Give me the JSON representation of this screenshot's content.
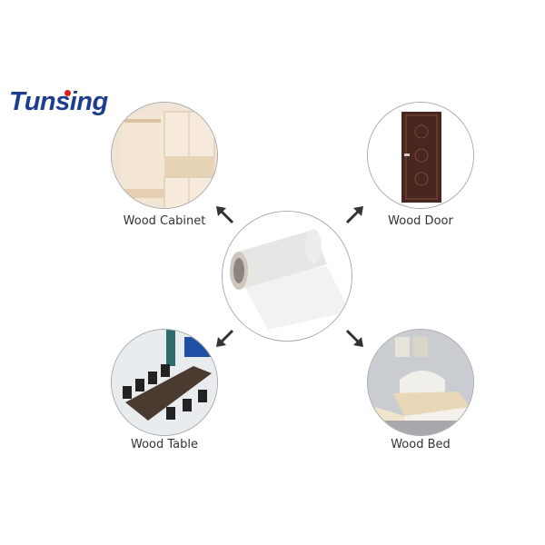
{
  "brand": {
    "logo_text": "Tunsing",
    "logo_color": "#1d3d8f",
    "dot_color": "#e02020"
  },
  "center": {
    "image": "white-film-roll-image"
  },
  "items": [
    {
      "label": "Wood Cabinet",
      "image": "wood-cabinet-image"
    },
    {
      "label": "Wood Door",
      "image": "wood-door-image"
    },
    {
      "label": "Wood Table",
      "image": "wood-table-image"
    },
    {
      "label": "Wood Bed",
      "image": "wood-bed-image"
    }
  ],
  "arrow_color": "#333333"
}
